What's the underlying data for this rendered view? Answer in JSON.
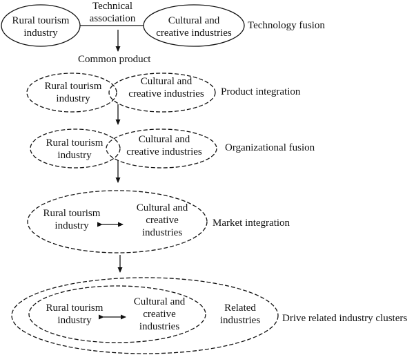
{
  "stage1": {
    "rural_line1": "Rural tourism",
    "rural_line2": "industry",
    "link_line1": "Technical",
    "link_line2": "association",
    "cultural_line1": "Cultural and",
    "cultural_line2": "creative industries",
    "label": "Technology fusion",
    "connector_label": "Common product"
  },
  "stage2": {
    "rural_line1": "Rural tourism",
    "rural_line2": "industry",
    "cultural_line1": "Cultural and",
    "cultural_line2": "creative industries",
    "label": "Product integration"
  },
  "stage3": {
    "rural_line1": "Rural tourism",
    "rural_line2": "industry",
    "cultural_line1": "Cultural and",
    "cultural_line2": "creative industries",
    "label": "Organizational fusion"
  },
  "stage4": {
    "rural_line1": "Rural tourism",
    "rural_line2": "industry",
    "cultural_line1": "Cultural and",
    "cultural_line2": "creative",
    "cultural_line3": "industries",
    "label": "Market integration"
  },
  "stage5": {
    "rural_line1": "Rural tourism",
    "rural_line2": "industry",
    "cultural_line1": "Cultural and",
    "cultural_line2": "creative",
    "cultural_line3": "industries",
    "related_line1": "Related",
    "related_line2": "industries",
    "label": "Drive related industry clusters"
  },
  "colors": {
    "stroke": "#111111",
    "background": "#ffffff"
  }
}
